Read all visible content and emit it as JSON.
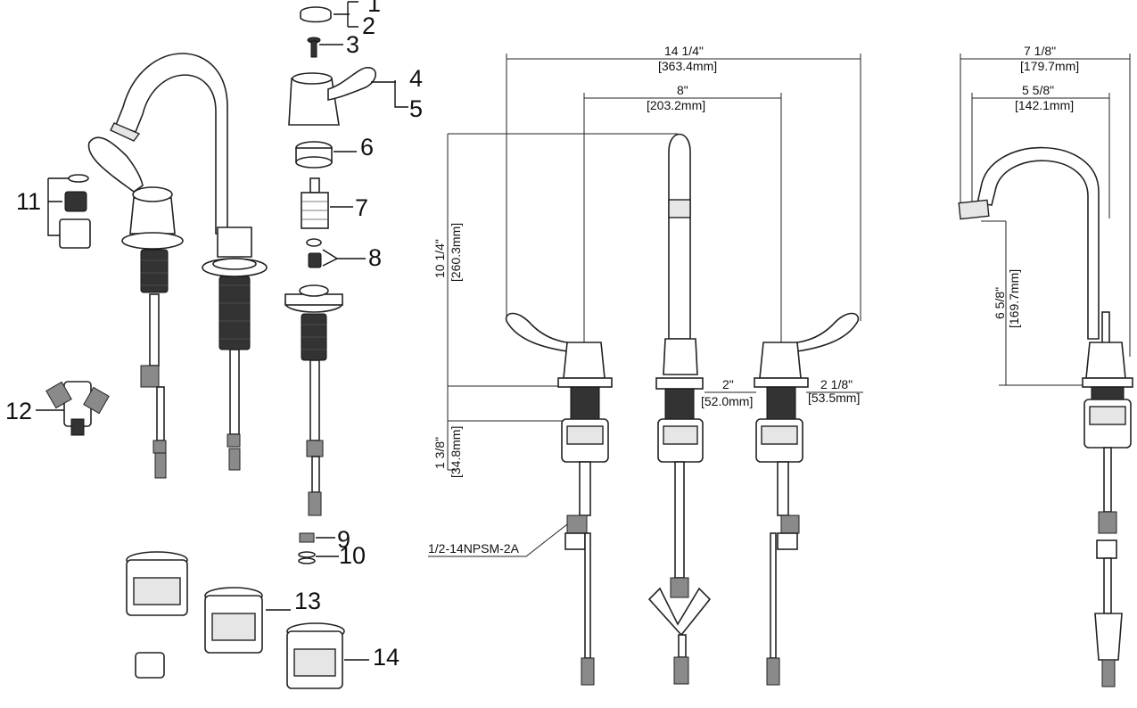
{
  "callouts": {
    "c1": "1",
    "c2": "2",
    "c3": "3",
    "c4": "4",
    "c5": "5",
    "c6": "6",
    "c7": "7",
    "c8": "8",
    "c9": "9",
    "c10": "10",
    "c11": "11",
    "c12": "12",
    "c13": "13",
    "c14": "14"
  },
  "front_view": {
    "overall_width_in": "14 1/4\"",
    "overall_width_mm": "[363.4mm]",
    "center_width_in": "8\"",
    "center_width_mm": "[203.2mm]",
    "height_in": "10 1/4\"",
    "height_mm": "[260.3mm]",
    "deck_in": "1 3/8\"",
    "deck_mm": "[34.8mm]",
    "spout_base_in": "2\"",
    "spout_base_mm": "[52.0mm]",
    "handle_base_in": "2 1/8\"",
    "handle_base_mm": "[53.5mm]",
    "connection": "1/2-14NPSM-2A"
  },
  "side_view": {
    "depth_in": "7 1/8\"",
    "depth_mm": "[179.7mm]",
    "reach_in": "5 5/8\"",
    "reach_mm": "[142.1mm]",
    "spout_height_in": "6 5/8\"",
    "spout_height_mm": "[169.7mm]"
  }
}
